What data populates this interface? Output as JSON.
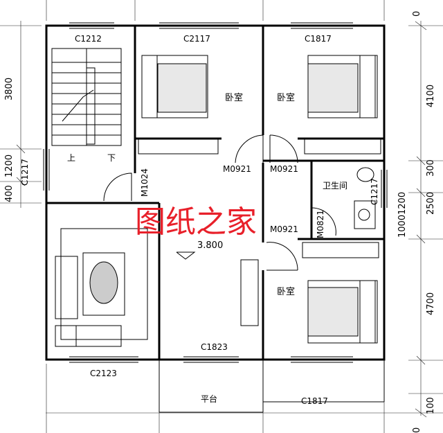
{
  "labels": {
    "win_top_left": "C1212",
    "win_top_mid": "C2117",
    "win_top_right": "C1817",
    "win_left": "C1217",
    "win_bath": "C1217",
    "win_bottom_left": "C2123",
    "win_bottom_mid": "C1823",
    "win_bottom_right": "C1817",
    "door_stair": "M1024",
    "door_bed2": "M0921",
    "door_bed3": "M0921",
    "door_bath": "M0821",
    "door_bed4": "M0921",
    "room_bed2": "卧室",
    "room_bed3": "卧室",
    "room_bed4": "卧室",
    "room_bath": "卫生间",
    "stair_up": "上",
    "stair_down": "下",
    "elevation": "3.800",
    "platform": "平台",
    "watermark": "图纸之家"
  },
  "dims_left": [
    "3800",
    "1200",
    "400"
  ],
  "dims_right": [
    "4100",
    "300",
    "1200",
    "1000",
    "2500",
    "4700",
    "100"
  ],
  "dims_edge": [
    "0",
    "0"
  ]
}
